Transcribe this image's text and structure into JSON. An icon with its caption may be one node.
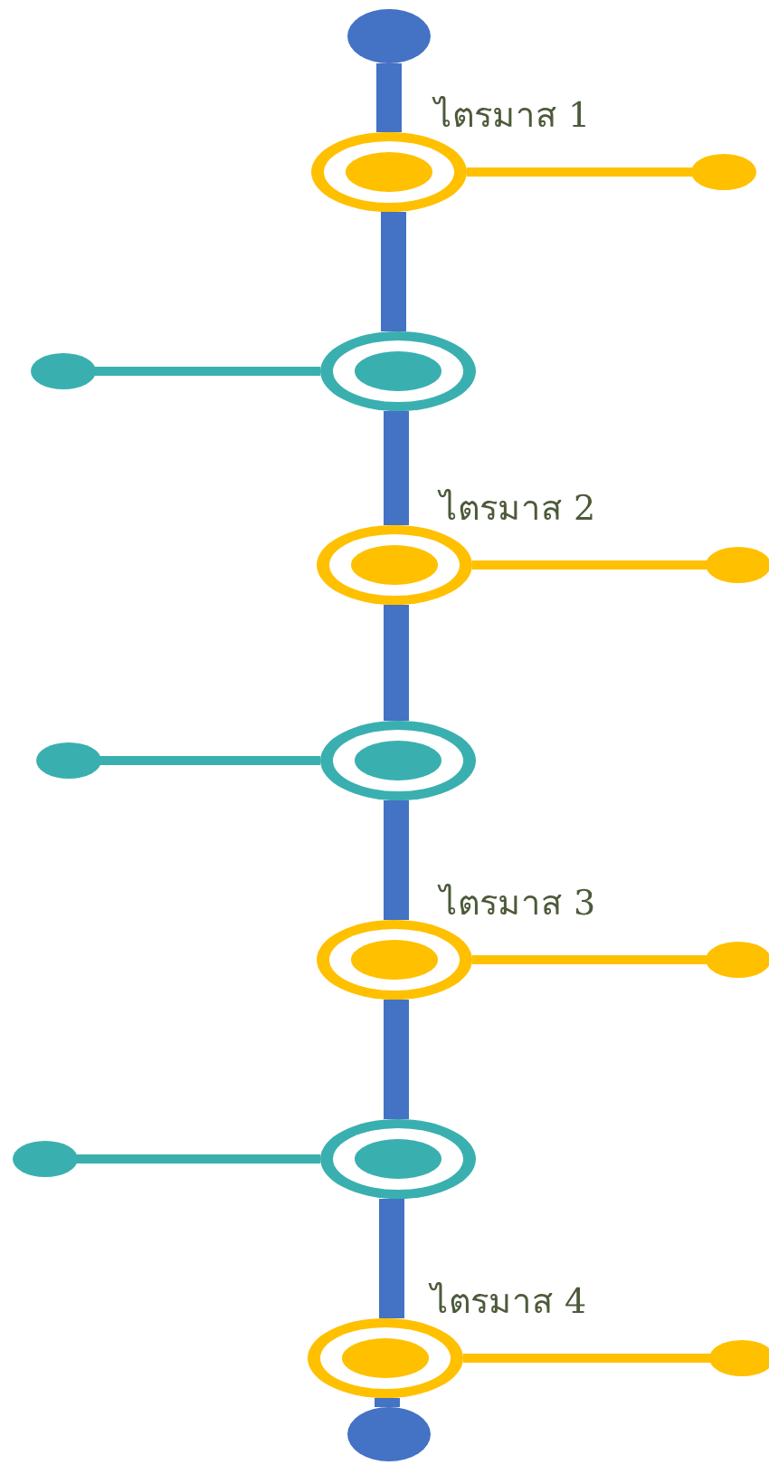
{
  "diagram": {
    "nodes": [
      {
        "text": [],
        "shape": "circle"
      },
      {
        "text": [],
        "shape": "circle",
        "beside": [
          "ไตรมาส 1"
        ]
      },
      {
        "text": [],
        "shape": "circle"
      },
      {
        "text": [],
        "shape": "circle"
      },
      {
        "text": [],
        "shape": "circle"
      },
      {
        "text": [],
        "shape": "circle",
        "beside": [
          "ไตรมาส 2"
        ]
      },
      {
        "text": [],
        "shape": "circle"
      },
      {
        "text": [],
        "shape": "circle"
      },
      {
        "text": [],
        "shape": "circle"
      },
      {
        "text": [],
        "shape": "circle",
        "beside": [
          "ไตรมาส 3"
        ]
      },
      {
        "text": [],
        "shape": "circle"
      },
      {
        "text": [],
        "shape": "circle"
      },
      {
        "text": [],
        "shape": "circle"
      },
      {
        "text": [],
        "shape": "circle",
        "beside": [
          "ไตรมาส 4"
        ]
      },
      {
        "text": [],
        "shape": "circle"
      },
      {
        "text": [],
        "shape": "circle"
      }
    ],
    "edges": [
      {
        "from": 0,
        "to": 1,
        "arrow": "none"
      },
      {
        "from": 1,
        "to": 3,
        "arrow": "none"
      },
      {
        "from": 3,
        "to": 5,
        "arrow": "none"
      },
      {
        "from": 5,
        "to": 7,
        "arrow": "none"
      },
      {
        "from": 7,
        "to": 9,
        "arrow": "none"
      },
      {
        "from": 9,
        "to": 11,
        "arrow": "none"
      },
      {
        "from": 11,
        "to": 13,
        "arrow": "none"
      },
      {
        "from": 13,
        "to": 15,
        "arrow": "none"
      },
      {
        "from": 1,
        "to": 2,
        "arrow": "none",
        "color": "#ffc000"
      },
      {
        "from": 3,
        "to": 4,
        "arrow": "none",
        "color": "#3aafb0"
      },
      {
        "from": 5,
        "to": 6,
        "arrow": "none",
        "color": "#ffc000"
      },
      {
        "from": 7,
        "to": 8,
        "arrow": "none",
        "color": "#3aafb0"
      },
      {
        "from": 9,
        "to": 10,
        "arrow": "none",
        "color": "#ffc000"
      },
      {
        "from": 11,
        "to": 12,
        "arrow": "none",
        "color": "#3aafb0"
      },
      {
        "from": 13,
        "to": 14,
        "arrow": "none",
        "color": "#ffc000"
      }
    ]
  }
}
